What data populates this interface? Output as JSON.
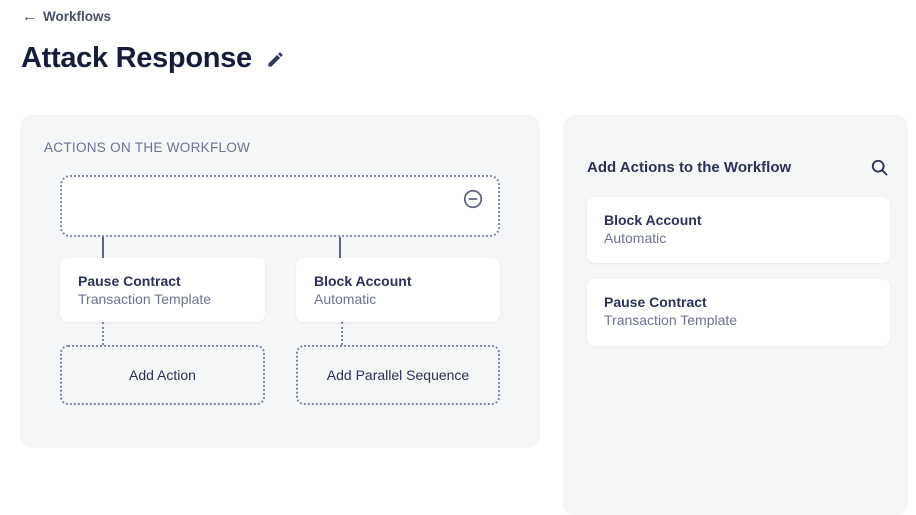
{
  "header": {
    "back_label": "Workflows",
    "title": "Attack Response"
  },
  "left_panel": {
    "label": "ACTIONS ON THE WORKFLOW",
    "branches": [
      {
        "title": "Pause Contract",
        "subtitle": "Transaction Template",
        "add_label": "Add Action"
      },
      {
        "title": "Block Account",
        "subtitle": "Automatic",
        "add_label": "Add Parallel Sequence"
      }
    ]
  },
  "right_panel": {
    "title": "Add Actions to the Workflow",
    "actions": [
      {
        "title": "Block Account",
        "subtitle": "Automatic"
      },
      {
        "title": "Pause Contract",
        "subtitle": "Transaction Template"
      }
    ]
  },
  "icons": {
    "back_arrow": "←",
    "edit": "pencil-icon",
    "remove": "minus-circle-icon",
    "search": "magnifier-icon"
  },
  "colors": {
    "panel_bg": "#f5f6f8",
    "card_bg": "#ffffff",
    "title_text": "#181c3c",
    "primary_text": "#2b3157",
    "secondary_text": "#6d7390",
    "dotted_border": "#8089a7",
    "connector": "#5d6480"
  }
}
